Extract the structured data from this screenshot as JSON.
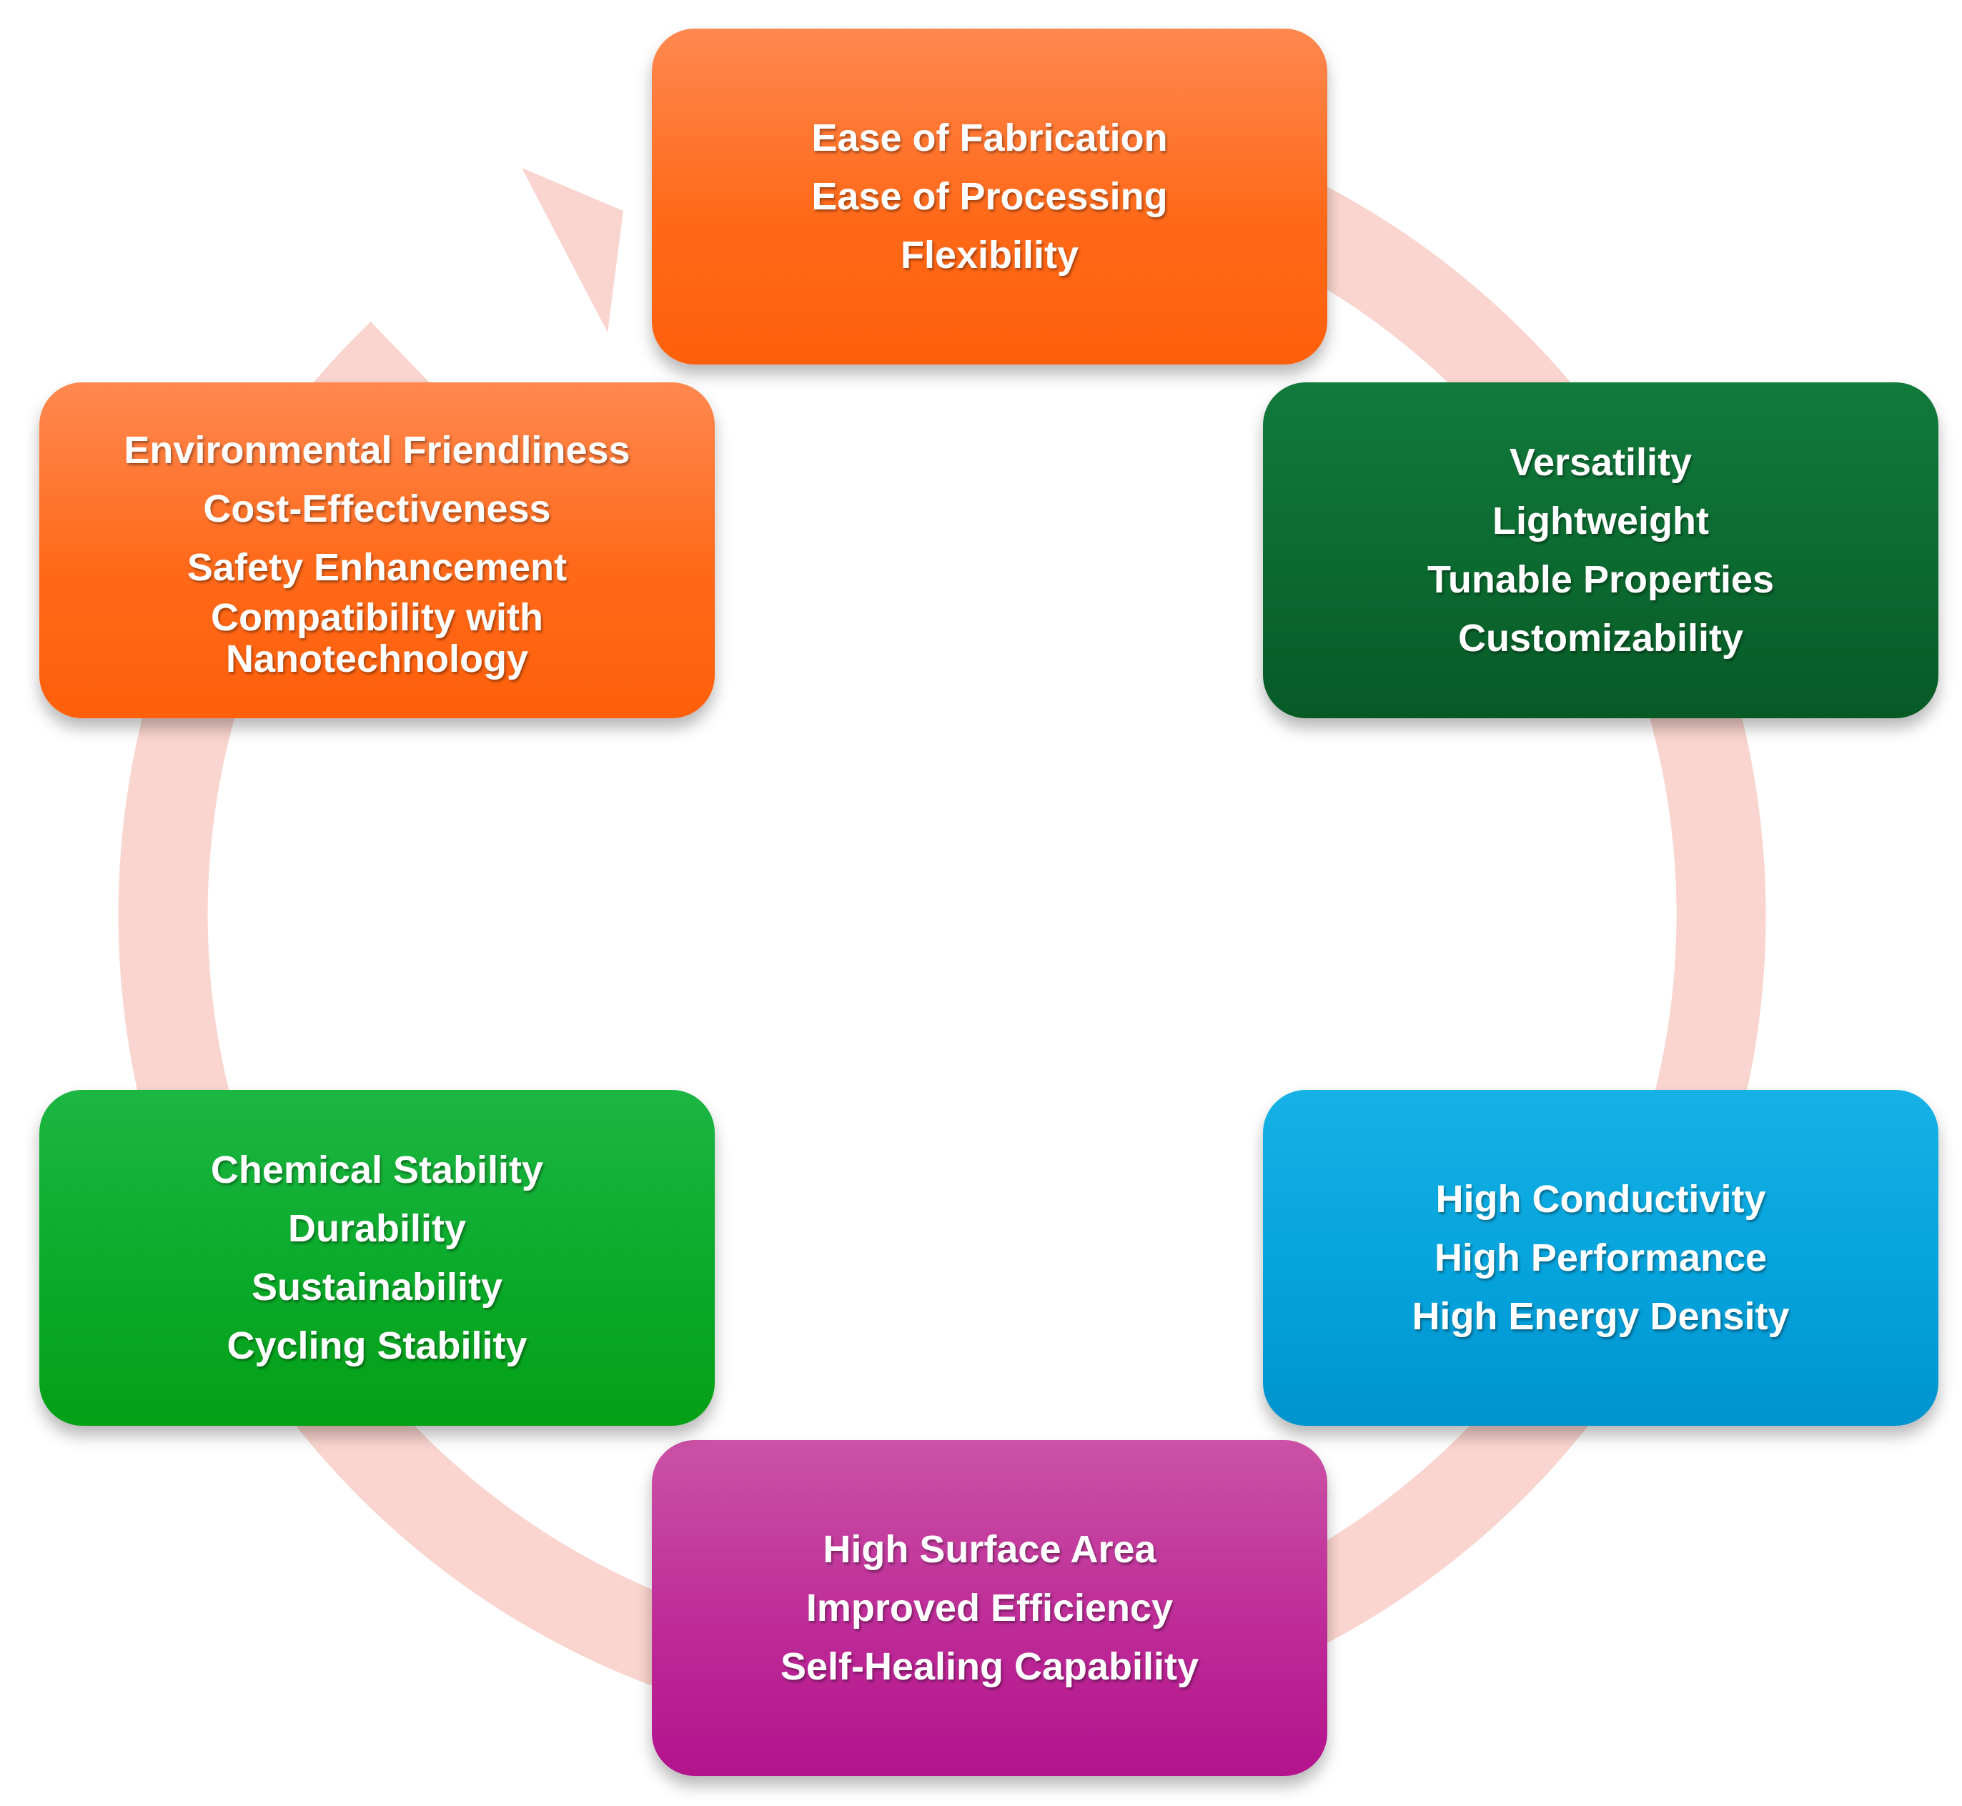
{
  "diagram": {
    "ring_color": "#fad4ce",
    "boxes": [
      {
        "id": "top",
        "color": "#ff6a1a",
        "lines": [
          "Ease of Fabrication",
          "Ease of Processing",
          "Flexibility"
        ]
      },
      {
        "id": "right-upper",
        "color": "#0b6a30",
        "lines": [
          "Versatility",
          "Lightweight",
          "Tunable Properties",
          "Customizability"
        ]
      },
      {
        "id": "right-lower",
        "color": "#05a3dc",
        "lines": [
          "High Conductivity",
          "High Performance",
          "High Energy Density"
        ]
      },
      {
        "id": "bottom",
        "color": "#be2b98",
        "lines": [
          "High Surface Area",
          "Improved Efficiency",
          "Self-Healing Capability"
        ]
      },
      {
        "id": "left-lower",
        "color": "#0aaa2a",
        "lines": [
          "Chemical Stability",
          "Durability",
          "Sustainability",
          "Cycling Stability"
        ]
      },
      {
        "id": "left-upper",
        "color": "#ff6a1a",
        "lines": [
          "Environmental Friendliness",
          "Cost-Effectiveness",
          "Safety Enhancement",
          "Compatibility with",
          "Nanotechnology"
        ]
      }
    ]
  }
}
